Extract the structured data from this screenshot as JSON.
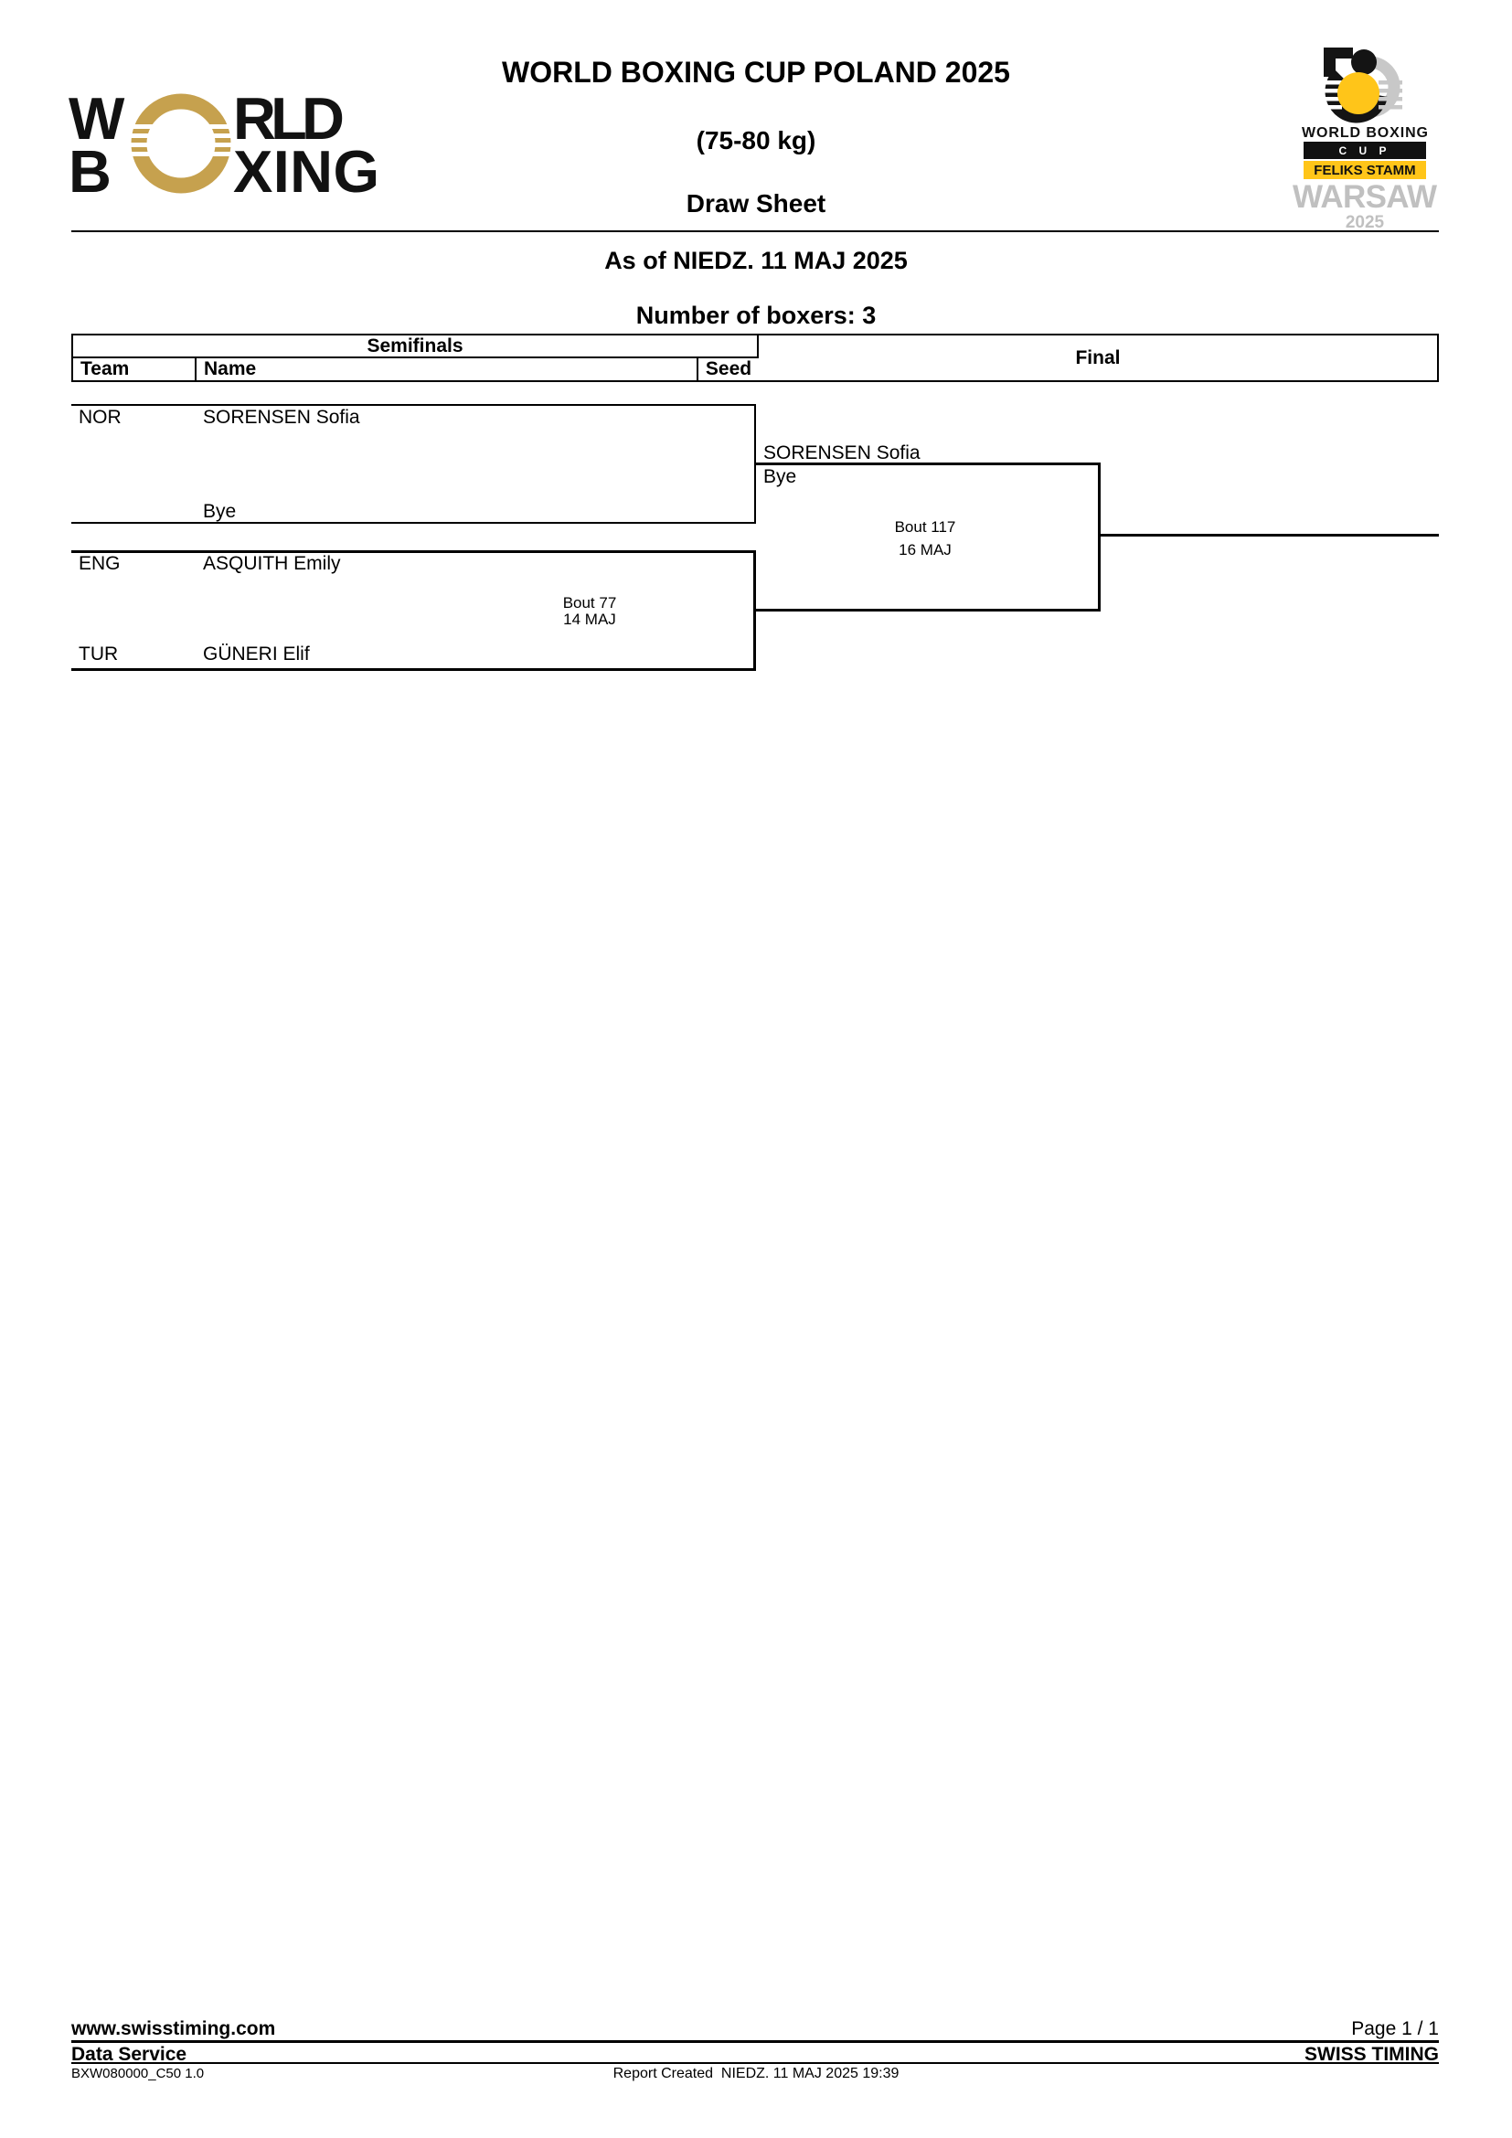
{
  "page": {
    "title": "WORLD BOXING CUP POLAND 2025",
    "weight_class": "(75-80 kg)",
    "doc_type": "Draw Sheet",
    "as_of": "As of NIEDZ. 11 MAJ 2025",
    "boxers_count": "Number of boxers: 3"
  },
  "logo_left": {
    "w": "W",
    "rld": "RLD",
    "b": "B",
    "xing": "XING",
    "gold": "#C6A14E"
  },
  "logo_right": {
    "org": "WORLD BOXING",
    "cup": "C U P",
    "named": "FELIKS STAMM",
    "city": "WARSAW",
    "year": "2025",
    "yellow": "#FFC519",
    "gray": "#C0C0C0"
  },
  "table": {
    "semifinals": "Semifinals",
    "final": "Final",
    "col_team": "Team",
    "col_name": "Name",
    "col_seed": "Seed"
  },
  "bracket": {
    "sf1_top_team": "NOR",
    "sf1_top_name": "SORENSEN Sofia",
    "sf1_bottom_name": "Bye",
    "sf2_top_team": "ENG",
    "sf2_top_name": "ASQUITH Emily",
    "sf2_bout": "Bout 77",
    "sf2_date": "14 MAJ",
    "sf2_bottom_team": "TUR",
    "sf2_bottom_name": "GÜNERI Elif",
    "final_entrant1": "SORENSEN Sofia",
    "final_entrant1_result": "Bye",
    "final_bout": "Bout 117",
    "final_date": "16 MAJ"
  },
  "footer": {
    "website": "www.swisstiming.com",
    "service": "Data Service",
    "brand": "SWISS TIMING",
    "page_num": "Page 1 / 1",
    "report_code": "BXW080000_C50 1.0",
    "report_created": "Report Created  NIEDZ. 11 MAJ 2025 19:39"
  }
}
